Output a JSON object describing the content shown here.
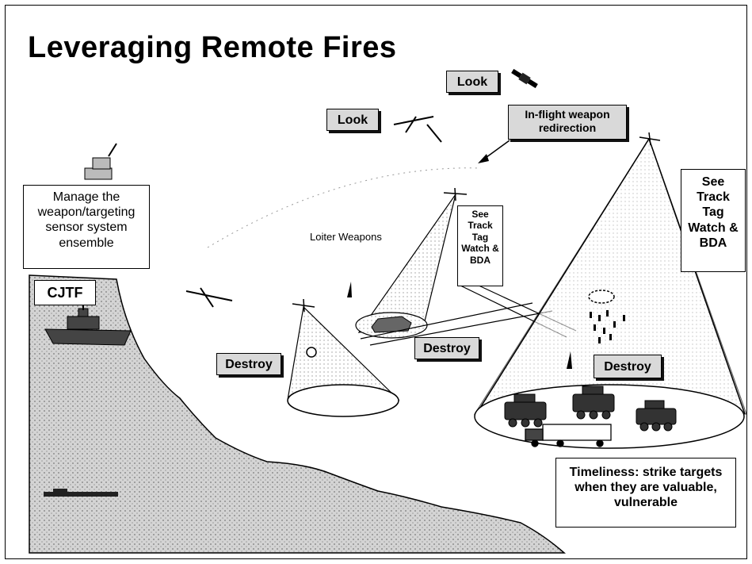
{
  "title": "Leveraging Remote Fires",
  "labels": {
    "look_top": "Look",
    "look_mid": "Look",
    "redirection": "In-flight weapon redirection",
    "manage": "Manage the weapon/targeting sensor system ensemble",
    "loiter": "Loiter Weapons",
    "see_mid": "See Track Tag Watch & BDA",
    "see_right": "See Track Tag Watch & BDA",
    "cjtf": "CJTF",
    "destroy_left": "Destroy",
    "destroy_mid": "Destroy",
    "destroy_right": "Destroy",
    "timeliness": "Timeliness: strike targets when they are valuable, vulnerable"
  },
  "colors": {
    "label_fill": "#d9d9d9",
    "land_fill": "#cfcfcf",
    "outline": "#000000"
  }
}
